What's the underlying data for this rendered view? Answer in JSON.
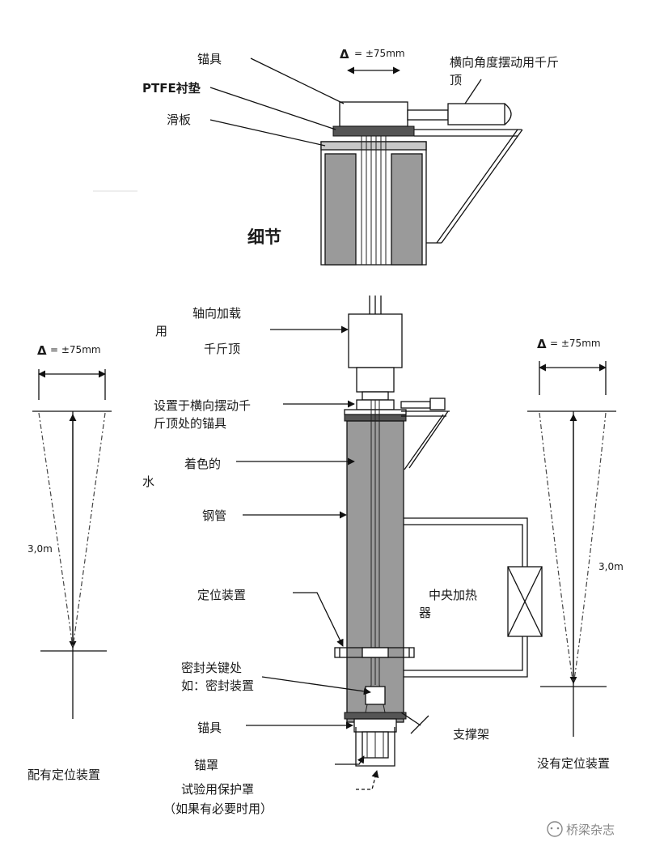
{
  "detail": {
    "anchor_label": "锚具",
    "ptfe_label": "PTFE衬垫",
    "slide_label": "滑板",
    "jack_label_line1": "横向角度摆动用千斤",
    "jack_label_line2": "顶",
    "delta_label": "= ±75mm",
    "title": "细节"
  },
  "main": {
    "axial_line1": "轴向加载",
    "axial_line2": "用",
    "axial_line3": "千斤顶",
    "anchor_at_jack_line1": "设置于横向摆动千",
    "anchor_at_jack_line2": "斤顶处的锚具",
    "water_line1": "着色的",
    "water_line2": "水",
    "steel_pipe": "钢管",
    "positioning": "定位装置",
    "heater_line1": "中央加热",
    "heater_line2": "器",
    "seal_line1": "密封关键处",
    "seal_line2": "如：密封装置",
    "anchor_bottom": "锚具",
    "support": "支撑架",
    "anchor_cap": "锚罩",
    "protect_line1": "试验用保护罩",
    "protect_line2": "（如果有必要时用）"
  },
  "left_side": {
    "delta_label": "= ±75mm",
    "length_label": "3,0m",
    "caption": "配有定位装置"
  },
  "right_side": {
    "delta_label": "= ±75mm",
    "length_label": "3,0m",
    "caption": "没有定位装置"
  },
  "watermark": "桥梁杂志",
  "delta_symbol": "Δ"
}
